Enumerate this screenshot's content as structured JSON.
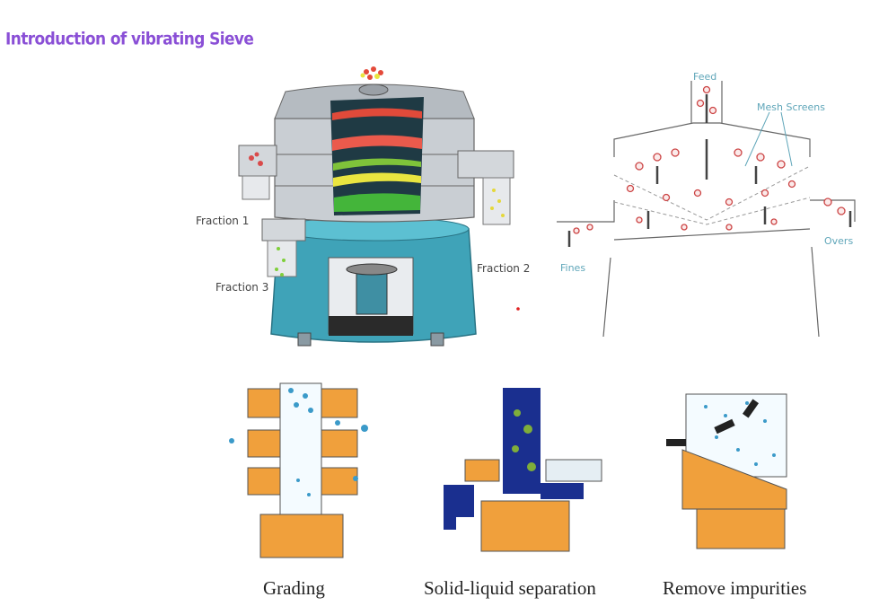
{
  "title": "Introduction of vibrating Sieve",
  "machine_labels": {
    "fraction1": "Fraction 1",
    "fraction2": "Fraction 2",
    "fraction3": "Fraction 3"
  },
  "schematic_labels": {
    "feed": "Feed",
    "mesh": "Mesh Screens",
    "overs": "Overs",
    "fines": "Fines"
  },
  "captions": {
    "grading": "Grading",
    "solid_liquid": "Solid-liquid separation",
    "remove": "Remove impurities"
  },
  "colors": {
    "title": "#8a4fd6",
    "orange": "#f0a03c",
    "teal": "#3fa3b8",
    "dark_blue": "#1a2f8f",
    "particle_blue": "#3b9ac9",
    "particle_green": "#7fae3a",
    "particle_red": "#d96a6a"
  }
}
